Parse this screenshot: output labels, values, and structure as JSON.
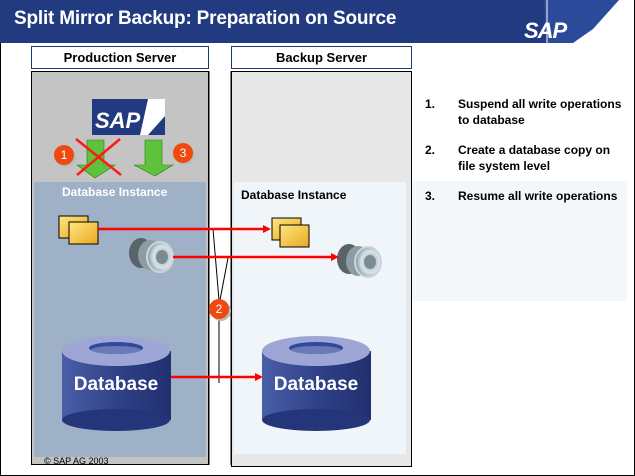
{
  "header": {
    "title": "Split Mirror Backup: Preparation on Source",
    "logo": "SAP"
  },
  "servers": {
    "production": {
      "label": "Production Server",
      "instance_label": "Database Instance",
      "database_label": "Database",
      "logo": "SAP"
    },
    "backup": {
      "label": "Backup Server",
      "instance_label": "Database Instance",
      "database_label": "Database"
    }
  },
  "badges": {
    "suspend": "1",
    "copy": "2",
    "resume": "3"
  },
  "steps": [
    {
      "number": "1.",
      "text": "Suspend all write operations to database"
    },
    {
      "number": "2.",
      "text": "Create a database copy on file system level"
    },
    {
      "number": "3.",
      "text": "Resume all write operations"
    }
  ],
  "footer": {
    "copyright": "© SAP AG 2003"
  },
  "colors": {
    "header_blue": "#213a80",
    "arrow_red": "#ff0000",
    "badge_orange": "#ee4a10",
    "arrow_green": "#5ec23a",
    "database_blue": "#2f4189"
  }
}
